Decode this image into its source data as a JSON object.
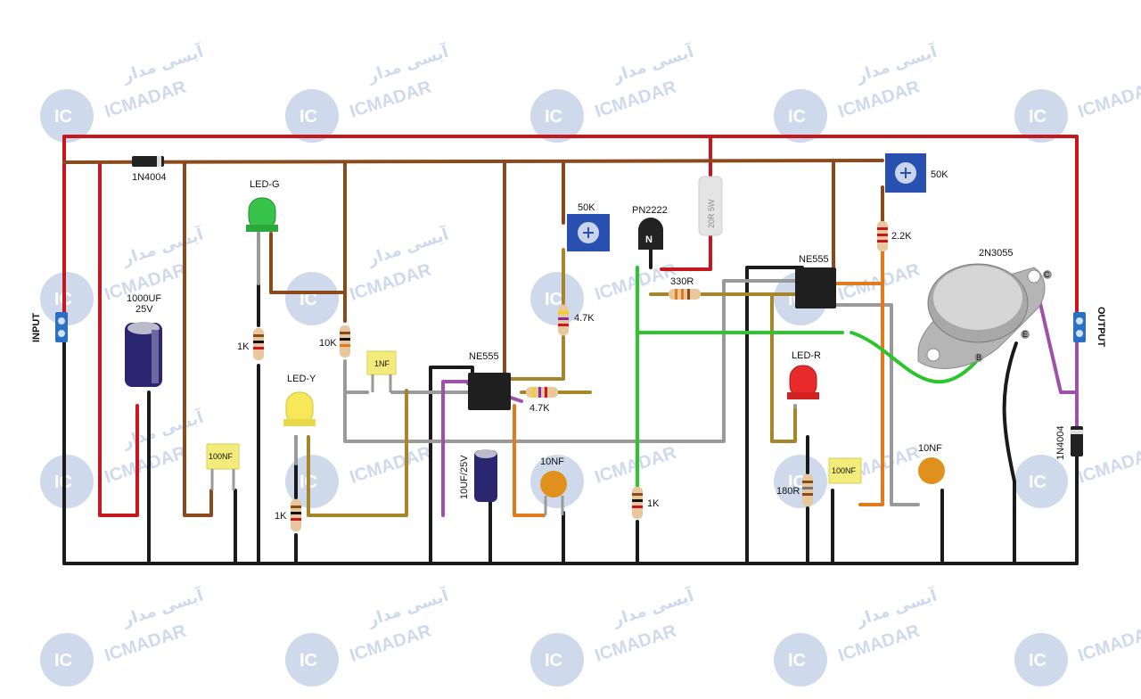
{
  "watermark": {
    "brand": "ICMADAR",
    "brand_fa": "آیسی مدار",
    "logo_text": "IC"
  },
  "terminals": {
    "input": "INPUT",
    "output": "OUTPUT"
  },
  "components": {
    "d1": "1N4004",
    "c1": [
      "1000UF",
      "25V"
    ],
    "led_g": "LED-G",
    "r_ledg": "1K",
    "r_10k": "10K",
    "c_1nf_label": "1NF",
    "c_1nf_body": "1NF",
    "led_y": "LED-Y",
    "r_ledy": "1K",
    "c_100nf_1": "100NF",
    "u1": "NE555",
    "pot1": "50K",
    "r_47k_a": "4.7K",
    "r_47k_b": "4.7K",
    "c_10uf": "10UF/25V",
    "c_10nf_1": "10NF",
    "q1": "PN2222",
    "r_330": "330R",
    "r_1k_q": "1K",
    "r_20r": "20R 5W",
    "u2": "NE555",
    "pot2": "50K",
    "r_22k": "2.2K",
    "led_r": "LED-R",
    "r_180": "180R",
    "c_100nf_2": "100NF",
    "c_10nf_2": "10NF",
    "q2": "2N3055",
    "d2": "1N4004",
    "q2_pins": [
      "C",
      "E",
      "B"
    ]
  },
  "colors": {
    "red_wire": "#c8161d",
    "brown_wire": "#8a4a1c",
    "black_wire": "#1a1a1a",
    "green_wire": "#2ec42e"
  }
}
